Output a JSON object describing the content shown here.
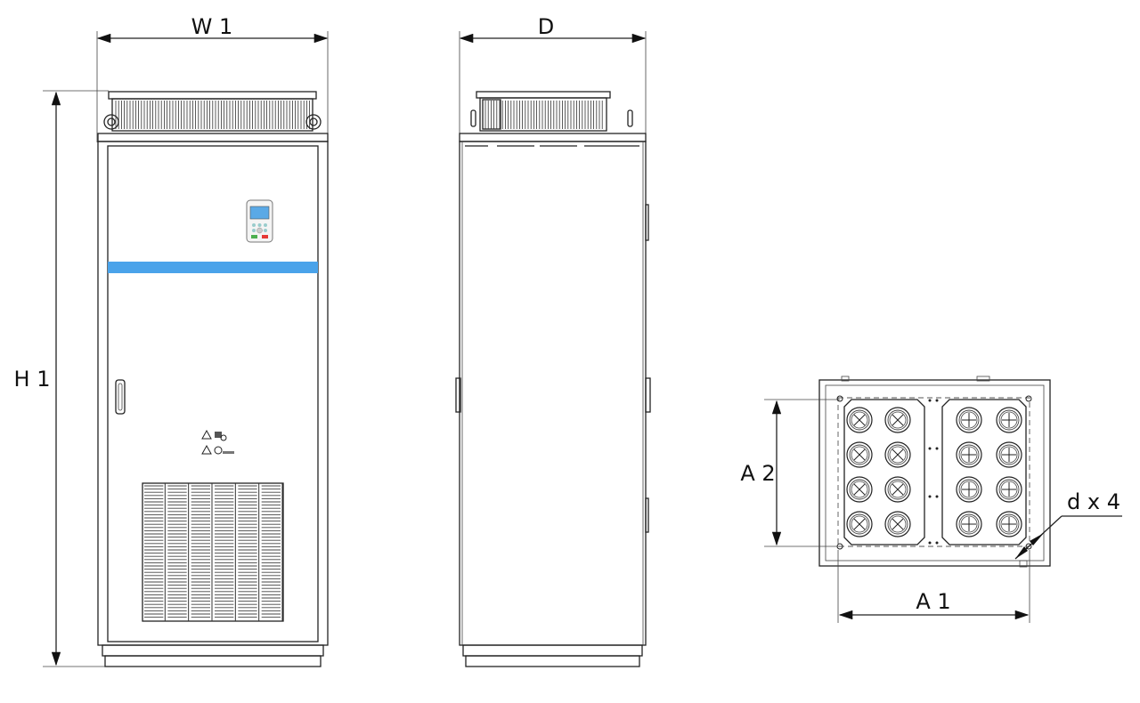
{
  "labels": {
    "w1": "W 1",
    "d": "D",
    "h1": "H 1",
    "a1": "A 1",
    "a2": "A 2",
    "hole": "d x 4"
  },
  "colors": {
    "stripe": "#4aa3ea",
    "outline": "#222222",
    "keypad_screen": "#5aa9e6",
    "key_green": "#4caf50",
    "key_red": "#e53935"
  },
  "icons": [
    "warning-triangle-icon",
    "warning-triangle-icon"
  ]
}
